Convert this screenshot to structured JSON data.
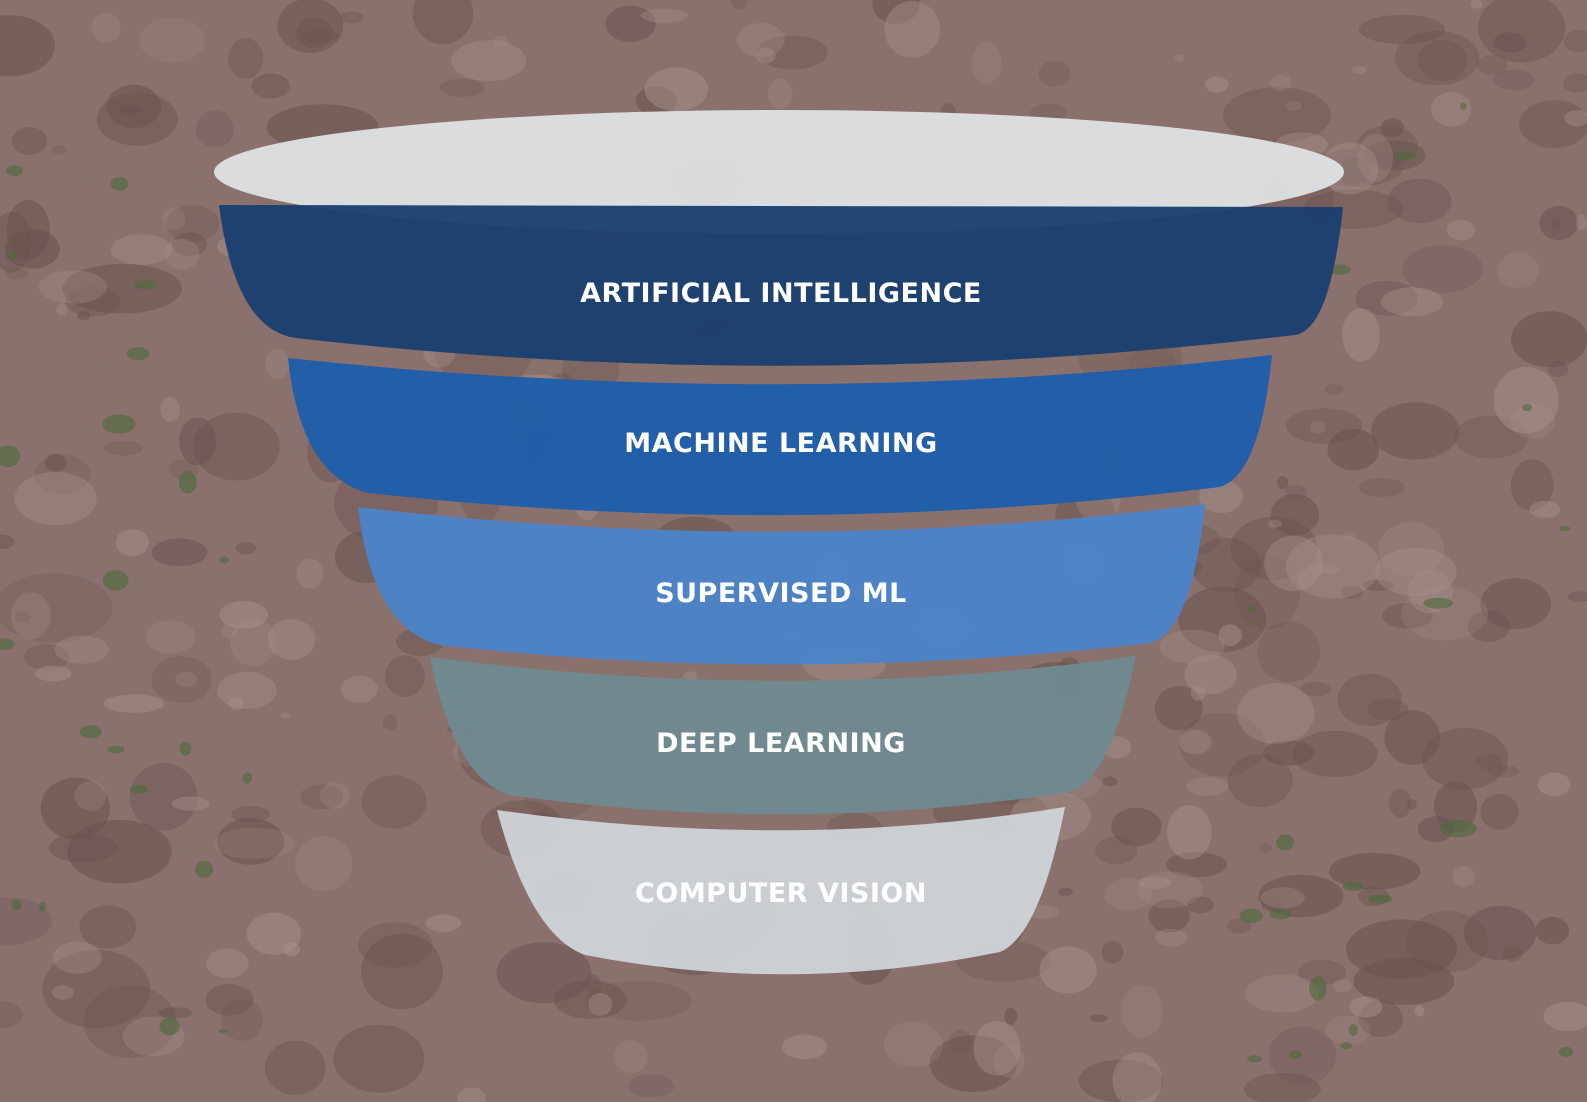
{
  "funnel": {
    "layers": [
      {
        "label": "ARTIFICIAL INTELLIGENCE",
        "color": "#1b3f6f"
      },
      {
        "label": "MACHINE LEARNING",
        "color": "#1f5eab"
      },
      {
        "label": "SUPERVISED ML",
        "color": "#4b84c9"
      },
      {
        "label": "DEEP LEARNING",
        "color": "#6f8a90"
      },
      {
        "label": "COMPUTER VISION",
        "color": "#cfd4d8"
      }
    ],
    "top_ellipse_color": "#dfe2e4",
    "label_color": "#ffffff"
  },
  "background": {
    "ground_color": "#8a716e",
    "dark_patch_color": "#6a5350",
    "light_patch_color": "#a8928d",
    "vegetation_color": "#4d6a3a"
  }
}
